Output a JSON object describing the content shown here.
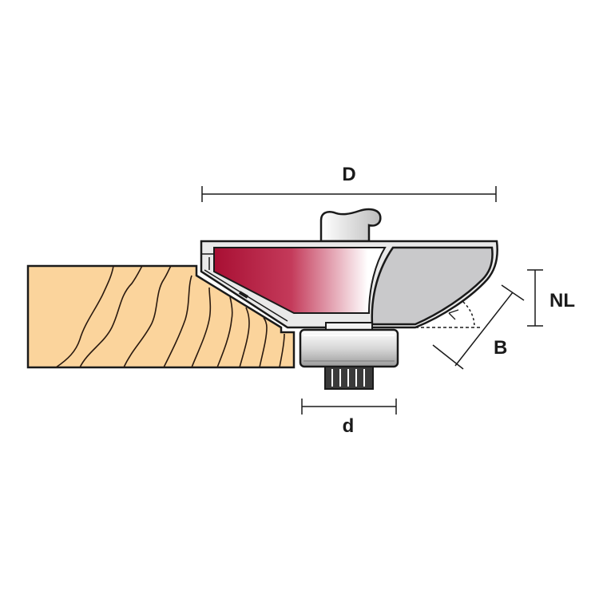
{
  "labels": {
    "D": "D",
    "d": "d",
    "NL": "NL",
    "B": "B"
  },
  "colors": {
    "wood": "#fbd49c",
    "wood_grain": "#2a1a10",
    "cutter_red": "#b5123a",
    "cutter_gray": "#c9c9cb",
    "steel": "#e6e6e6",
    "outline": "#1a1a1a"
  }
}
